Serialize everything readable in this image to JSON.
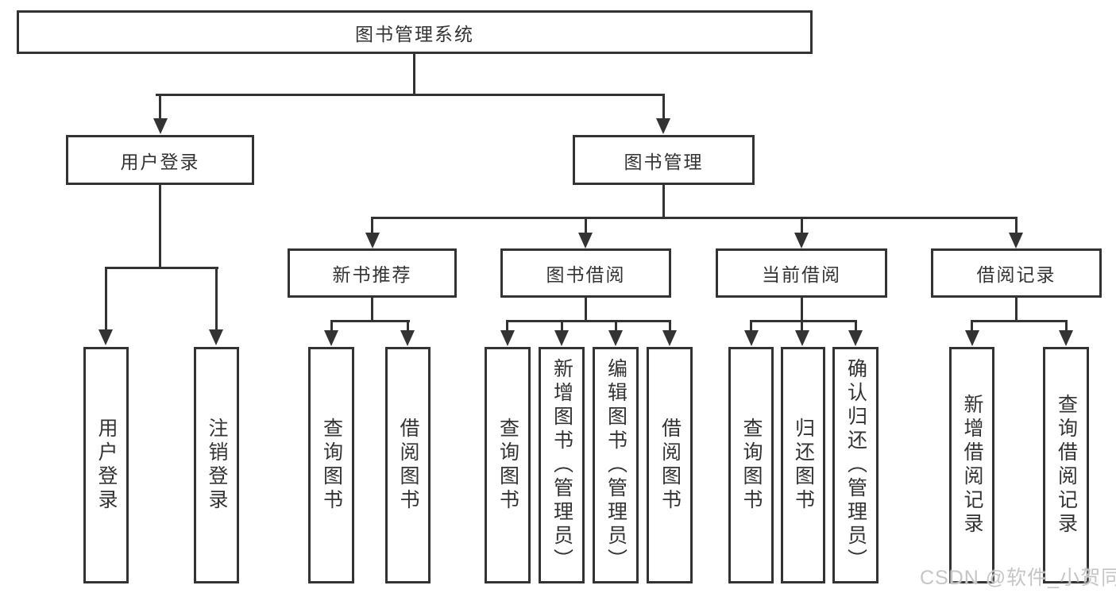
{
  "diagram": {
    "title": "图书管理系统",
    "root": "图书管理系统",
    "branches": [
      {
        "label": "用户登录",
        "children": [
          "用户登录",
          "注销登录"
        ]
      },
      {
        "label": "图书管理",
        "sections": [
          {
            "label": "新书推荐",
            "children": [
              "查询图书",
              "借阅图书"
            ]
          },
          {
            "label": "图书借阅",
            "children": [
              "查询图书",
              "新增图书（管理员）",
              "编辑图书（管理员）",
              "借阅图书"
            ]
          },
          {
            "label": "当前借阅",
            "children": [
              "查询图书",
              "归还图书",
              "确认归还（管理员）"
            ]
          },
          {
            "label": "借阅记录",
            "children": [
              "新增借阅记录",
              "查询借阅记录"
            ]
          }
        ]
      }
    ]
  },
  "watermark": "CSDN @软件_小贺同学",
  "colors": {
    "line": "#333333",
    "text": "#333333",
    "box_background": "#ffffff",
    "page_background": "#ffffff",
    "watermark": "#c6c6c6"
  }
}
